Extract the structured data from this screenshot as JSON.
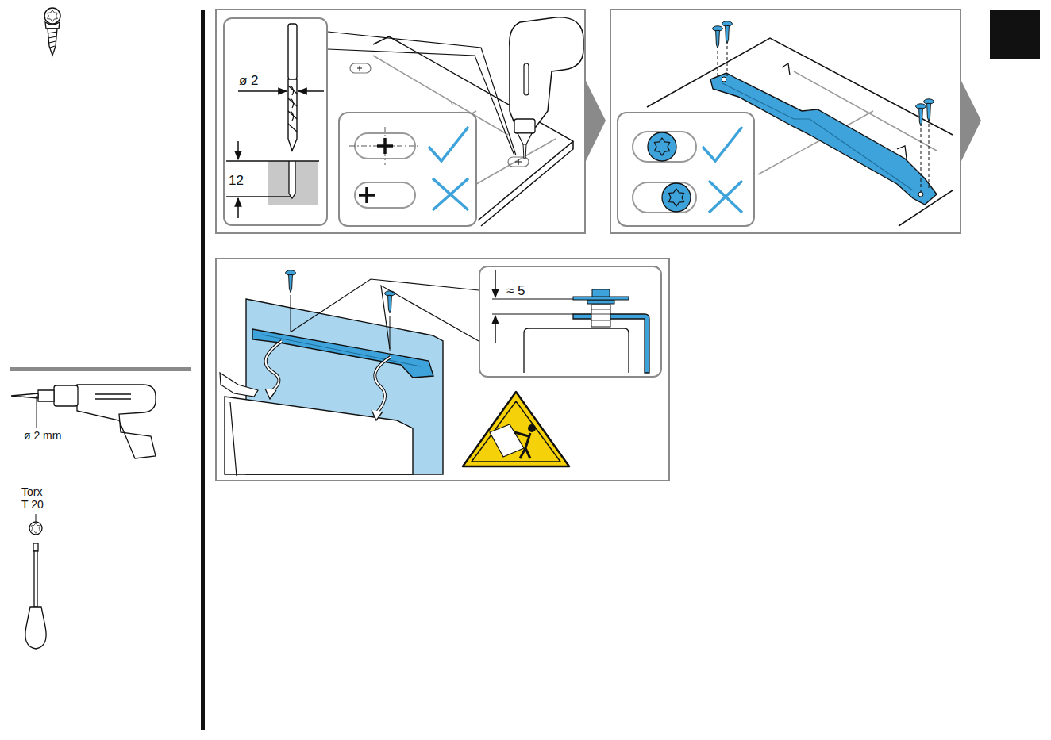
{
  "diagram": {
    "nodes": [
      {
        "text": [
          "ø 2",
          "12"
        ]
      },
      {
        "text": [
          "≈ 5"
        ]
      }
    ],
    "labels": [
      "ø 2 mm",
      "Torx T 20"
    ]
  }
}
